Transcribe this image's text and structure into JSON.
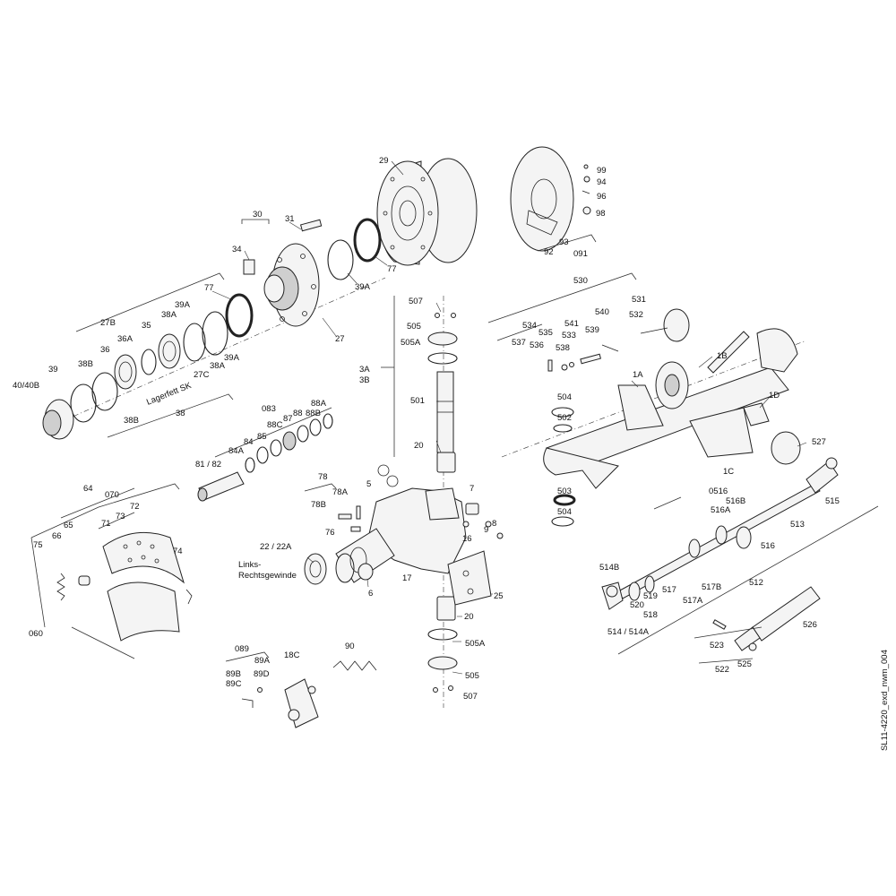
{
  "diagram": {
    "drawing_id": "SL11-4220_exd_nwm_004",
    "hub_labels": [
      "29",
      "30",
      "31",
      "34",
      "99",
      "94",
      "96",
      "98",
      "93",
      "091",
      "92",
      "39A",
      "77",
      "27",
      "77",
      "27B",
      "39A",
      "38A",
      "36A",
      "35",
      "36",
      "38B",
      "39",
      "40/40B",
      "38B",
      "27C",
      "39A",
      "38A",
      "38"
    ],
    "grease_label": "Lagerfett SK",
    "axle_labels": [
      "530",
      "531",
      "532",
      "534",
      "535",
      "537",
      "536",
      "538",
      "541",
      "533",
      "539",
      "540",
      "1A",
      "1B",
      "1D",
      "504",
      "502",
      "527",
      "1C",
      "503",
      "504"
    ],
    "kingpin_labels": [
      "507",
      "505",
      "505A",
      "3A",
      "3B",
      "501",
      "20",
      "083",
      "88A",
      "88",
      "88B",
      "87",
      "88C",
      "85",
      "84",
      "84A",
      "81 / 82",
      "78",
      "78A",
      "78B",
      "5",
      "7",
      "76",
      "16",
      "8",
      "9",
      "22 / 22A",
      "17",
      "6",
      "25",
      "20",
      "505A",
      "505",
      "507"
    ],
    "thread_note": [
      "Links-",
      "Rechtsgewinde"
    ],
    "brake_labels": [
      "64",
      "070",
      "72",
      "65",
      "71",
      "73",
      "75",
      "66",
      "74",
      "060"
    ],
    "adjuster_labels": [
      "089",
      "89A",
      "18C",
      "89B",
      "89D",
      "89C",
      "90"
    ],
    "tierod_labels": [
      "0516",
      "516B",
      "516A",
      "515",
      "513",
      "516",
      "514B",
      "517",
      "517B",
      "519",
      "520",
      "517A",
      "518",
      "512",
      "514 / 514A",
      "526",
      "523",
      "525",
      "522"
    ]
  }
}
